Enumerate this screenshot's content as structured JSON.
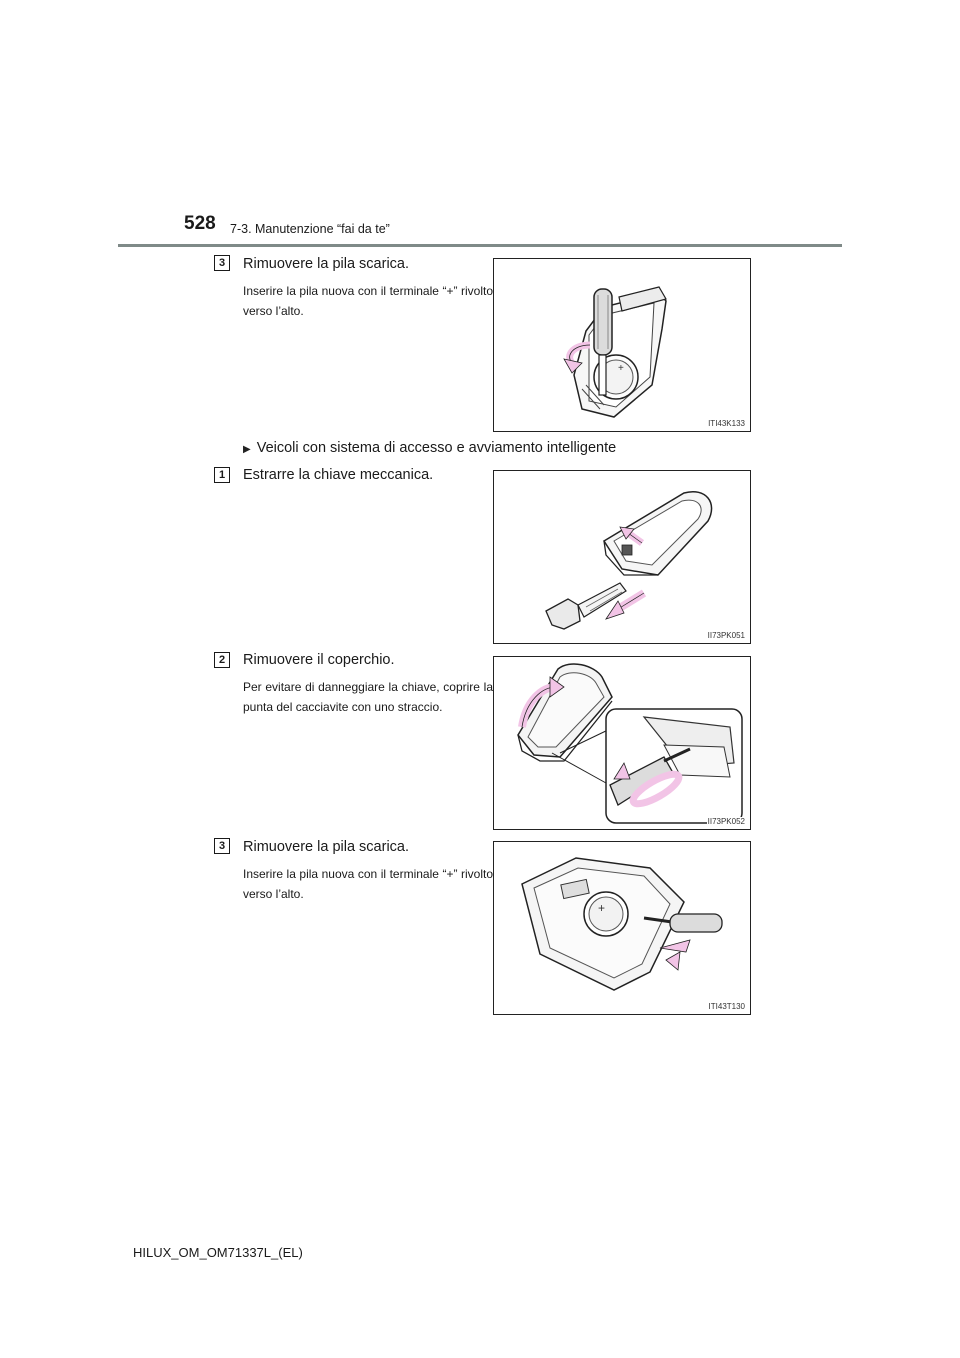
{
  "header": {
    "page_number": "528",
    "section_title": "7-3. Manutenzione “fai da te”"
  },
  "steps": [
    {
      "number": "3",
      "title": "Rimuovere la pila scarica.",
      "note": "Inserire la pila nuova con il terminale “+” rivolto verso l’alto.",
      "figure_code": "ITI43K133"
    },
    {
      "number": "1",
      "title": "Estrarre la chiave meccanica.",
      "note": "",
      "figure_code": "II73PK051"
    },
    {
      "number": "2",
      "title": "Rimuovere il coperchio.",
      "note": "Per evitare di danneggiare la chiave, coprire la punta del cacciavite con uno straccio.",
      "figure_code": "II73PK052"
    },
    {
      "number": "3",
      "title": "Rimuovere la pila scarica.",
      "note": "Inserire la pila nuova con il terminale “+” rivolto verso l’alto.",
      "figure_code": "ITI43T130"
    }
  ],
  "subsection": {
    "marker_icon": "triangle-right-icon",
    "title": "Veicoli con sistema di accesso e avviamento intelligente"
  },
  "footer": {
    "document_code": "HILUX_OM_OM71337L_(EL)"
  },
  "colors": {
    "arrow_pink": "#f2c4e6",
    "header_rule": "#7f8a88"
  }
}
